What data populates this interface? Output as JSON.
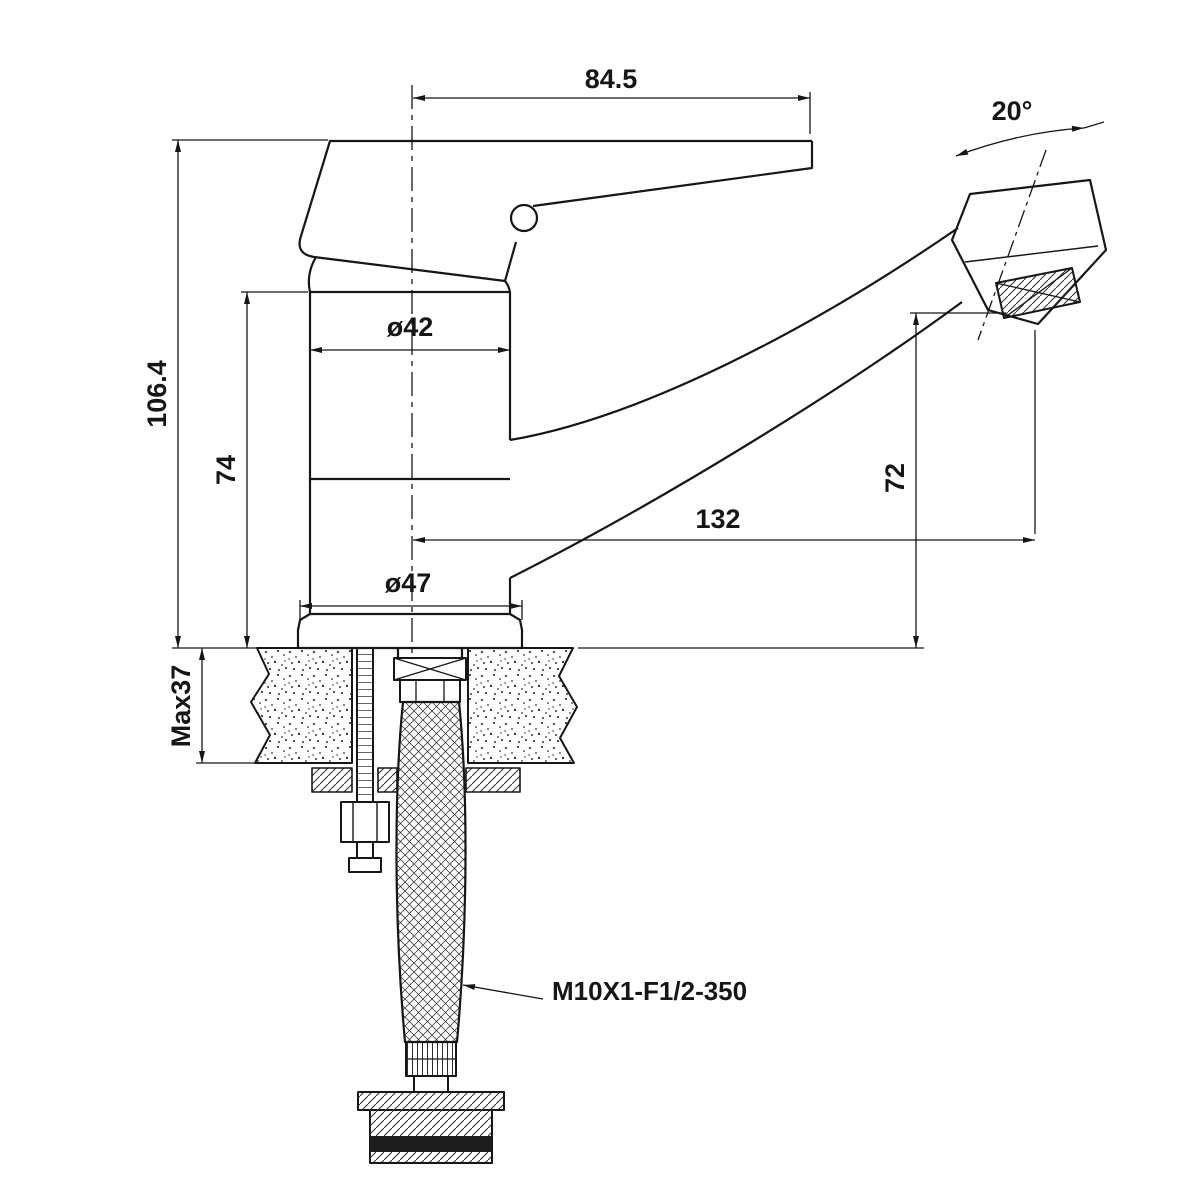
{
  "drawing": {
    "type": "technical-dimension-drawing",
    "subject": "single-lever basin mixer faucet, side elevation with flexible supply hose",
    "colors": {
      "line": "#161616",
      "background": "#ffffff"
    },
    "dimensions": {
      "handle_length": "84.5",
      "spout_angle": "20°",
      "overall_height": "106.4",
      "body_height": "74",
      "body_diameter": "ø42",
      "outlet_height": "72",
      "spout_reach": "132",
      "base_diameter": "ø47",
      "max_mount_thickness": "Max37"
    },
    "annotations": {
      "hose_spec": "M10X1-F1/2-350"
    }
  }
}
